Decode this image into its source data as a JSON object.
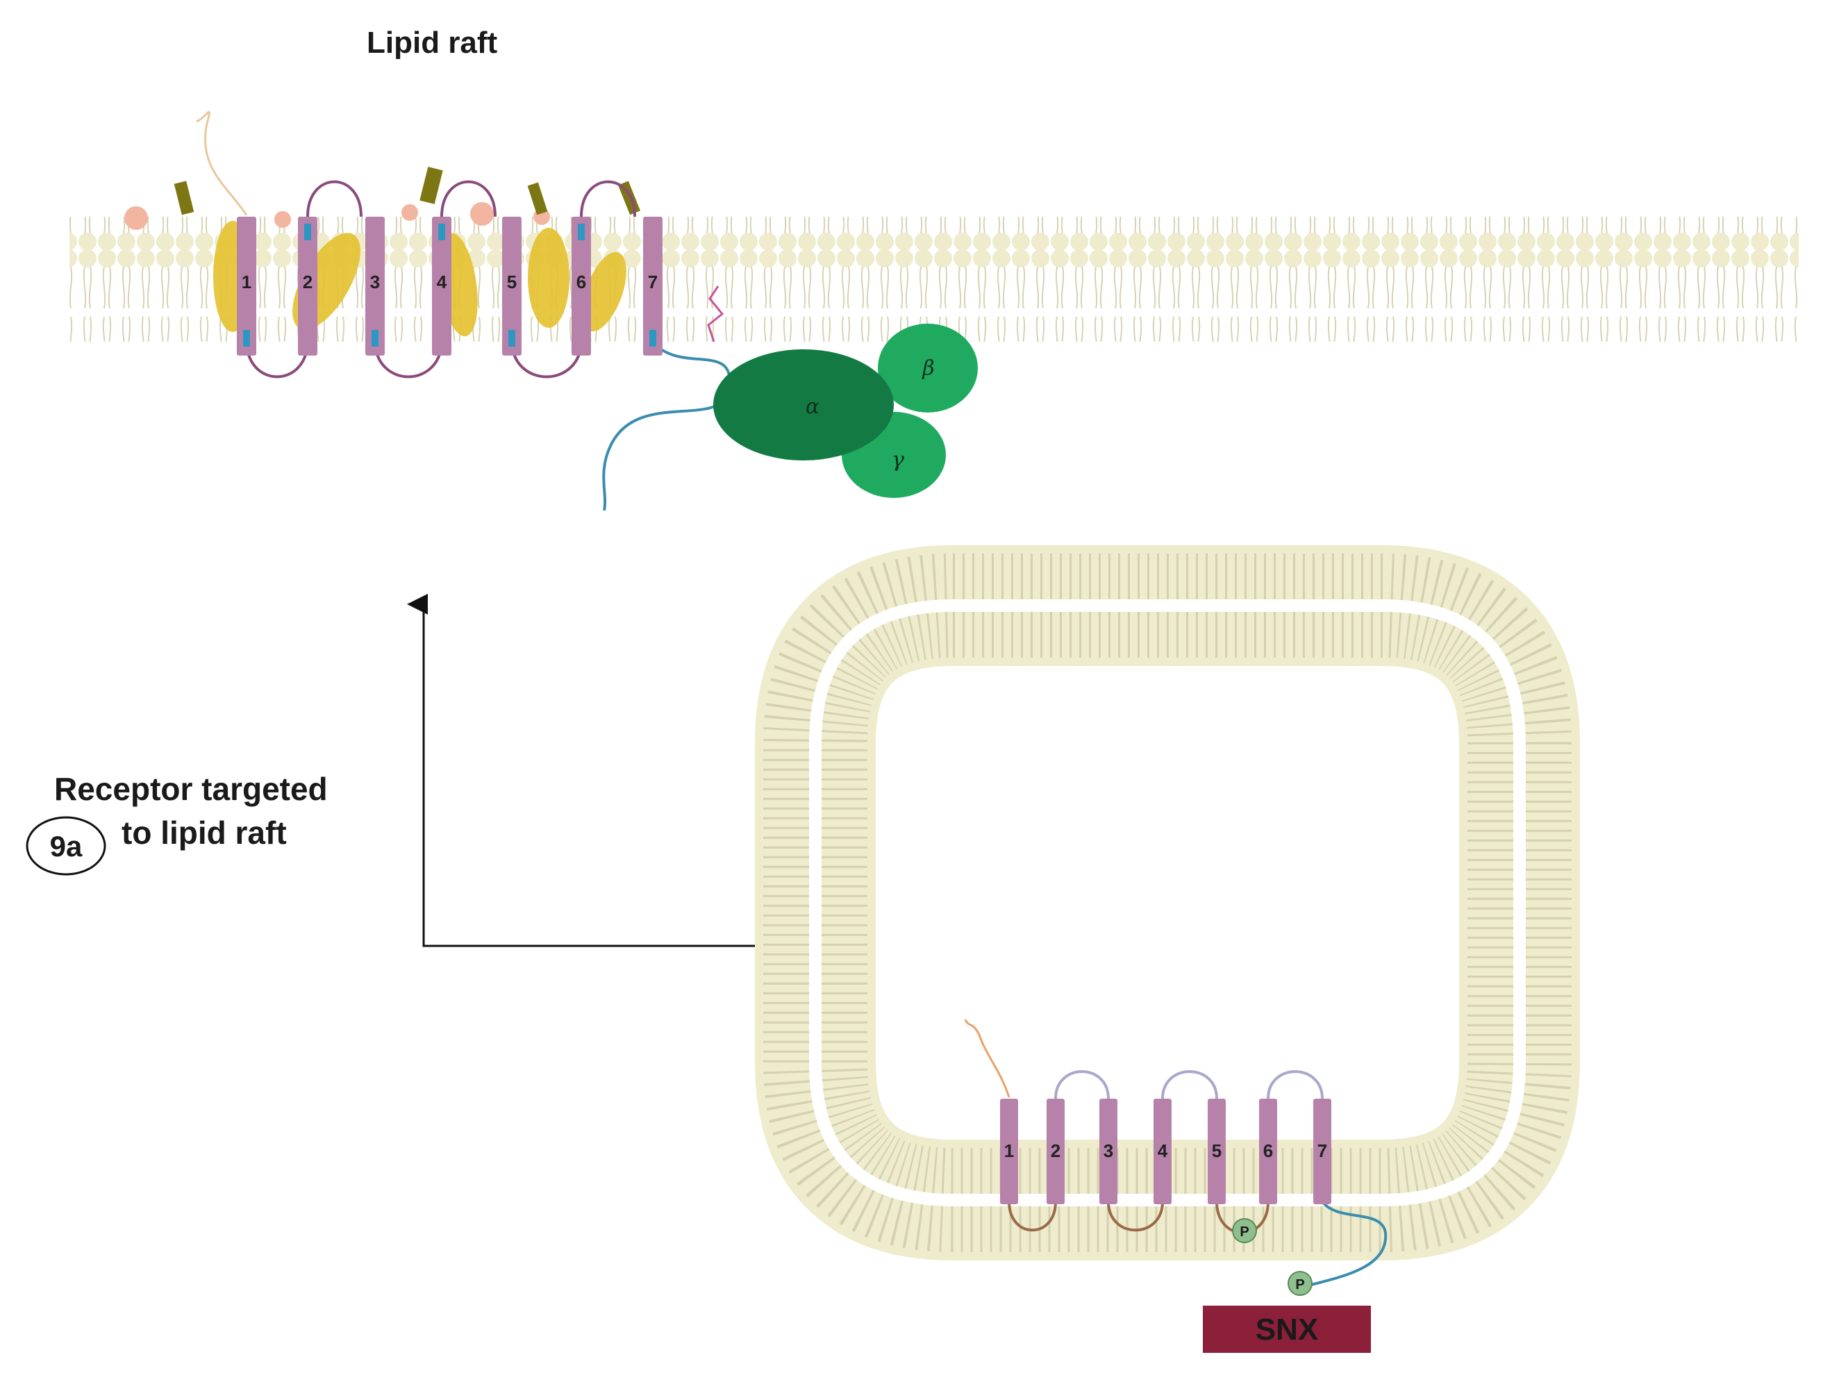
{
  "title": "Lipid raft",
  "step": {
    "badge": "9a",
    "line1": "Receptor targeted",
    "line2": "to lipid raft"
  },
  "helices": [
    "1",
    "2",
    "3",
    "4",
    "5",
    "6",
    "7"
  ],
  "g_protein": {
    "alpha": "α",
    "beta": "β",
    "gamma": "γ"
  },
  "phospho_label": "P",
  "snx_label": "SNX",
  "colors": {
    "membrane": "#eeeccc",
    "helix": "#b682aa",
    "alpha": "#137a44",
    "beta_gamma": "#1faa60",
    "snx": "#8c1f3a",
    "cholesterol": "#f2b5a0",
    "sphingolipid": "#7c7712"
  }
}
